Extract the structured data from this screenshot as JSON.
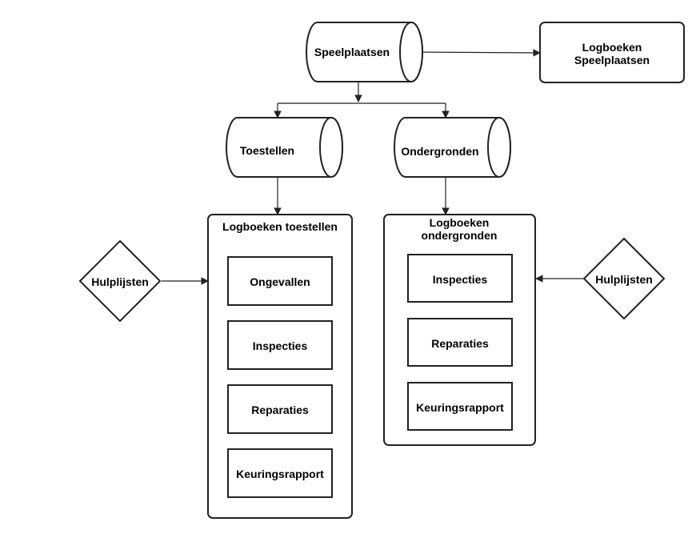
{
  "diagram": {
    "speelplaatsen": "Speelplaatsen",
    "logboeken_speelplaatsen": [
      "Logboeken",
      "Speelplaatsen"
    ],
    "toestellen": "Toestellen",
    "ondergronden": "Ondergronden",
    "logboeken_toestellen": {
      "title": "Logboeken toestellen",
      "items": [
        "Ongevallen",
        "Inspecties",
        "Reparaties",
        "Keuringsrapport"
      ]
    },
    "logboeken_ondergronden": {
      "title": [
        "Logboeken",
        "ondergronden"
      ],
      "items": [
        "Inspecties",
        "Reparaties",
        "Keuringsrapport"
      ]
    },
    "hulplijsten_left": "Hulplijsten",
    "hulplijsten_right": "Hulplijsten"
  }
}
